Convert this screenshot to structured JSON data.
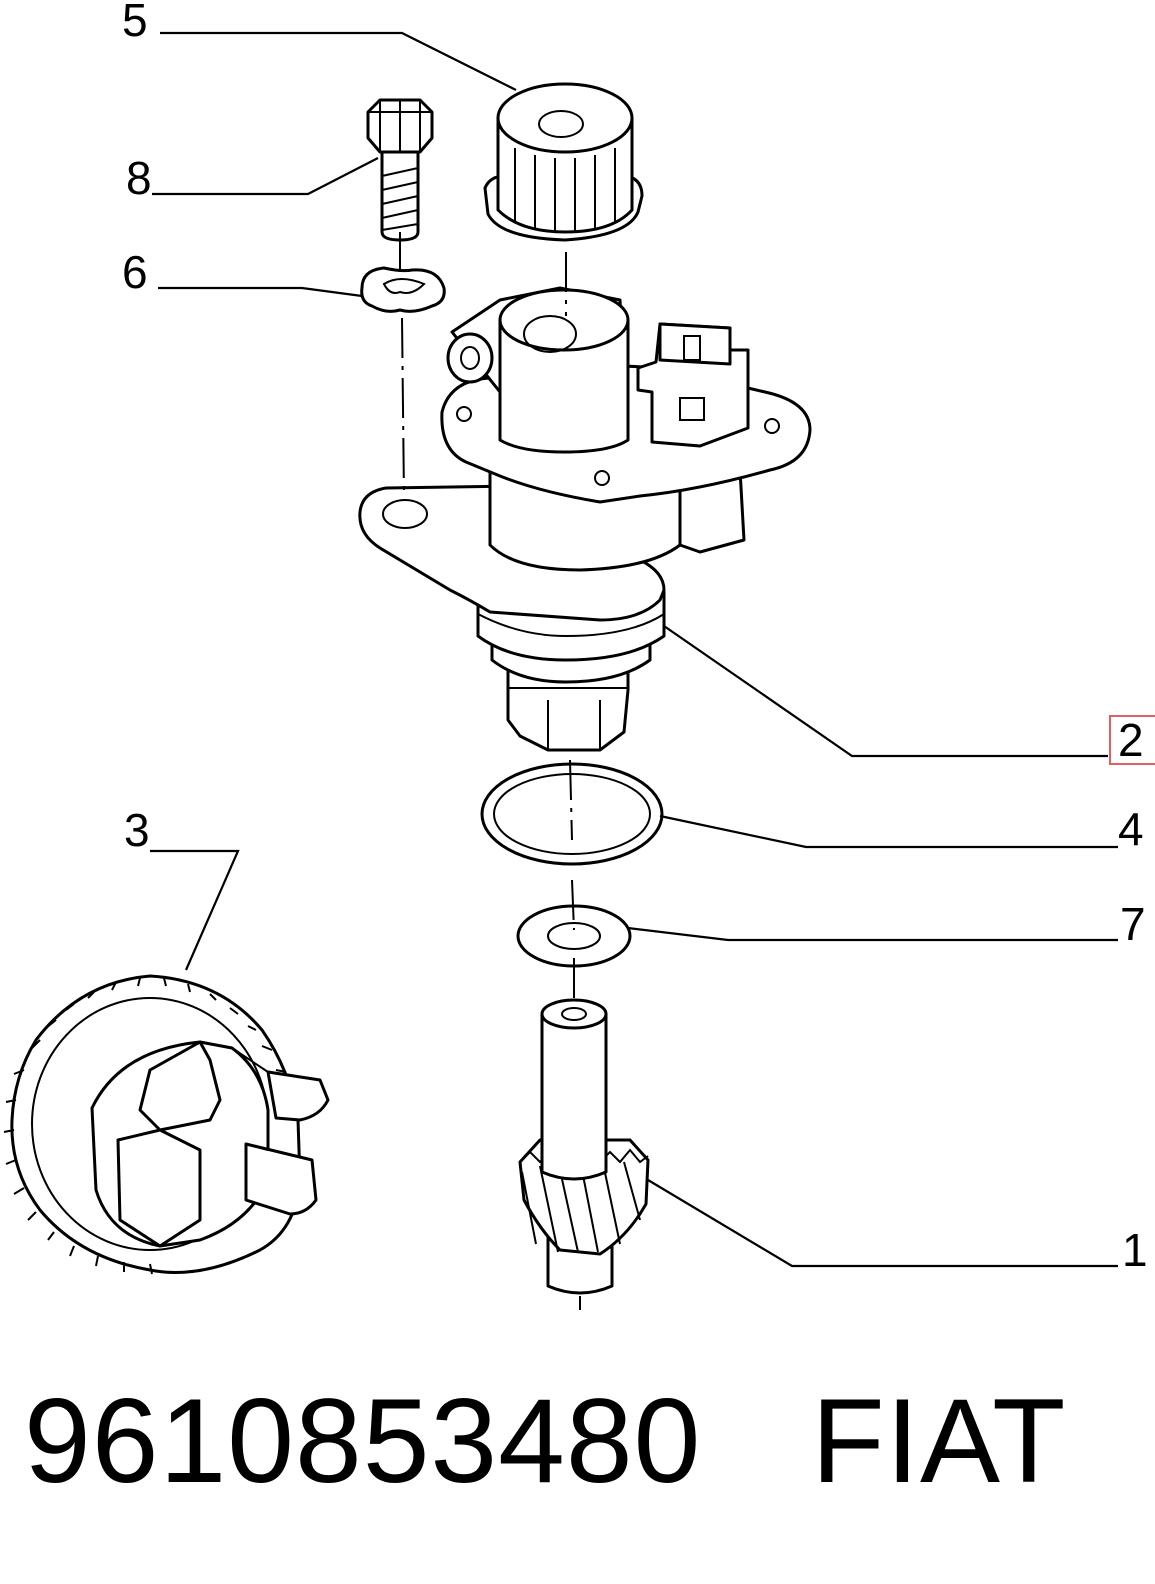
{
  "callouts": {
    "c1": "1",
    "c2": "2",
    "c3": "3",
    "c4": "4",
    "c5": "5",
    "c6": "6",
    "c7": "7",
    "c8": "8"
  },
  "footer": {
    "part_number": "9610853480",
    "brand": "FIAT"
  },
  "colors": {
    "line": "#000000",
    "highlight_box": "#e06060"
  }
}
